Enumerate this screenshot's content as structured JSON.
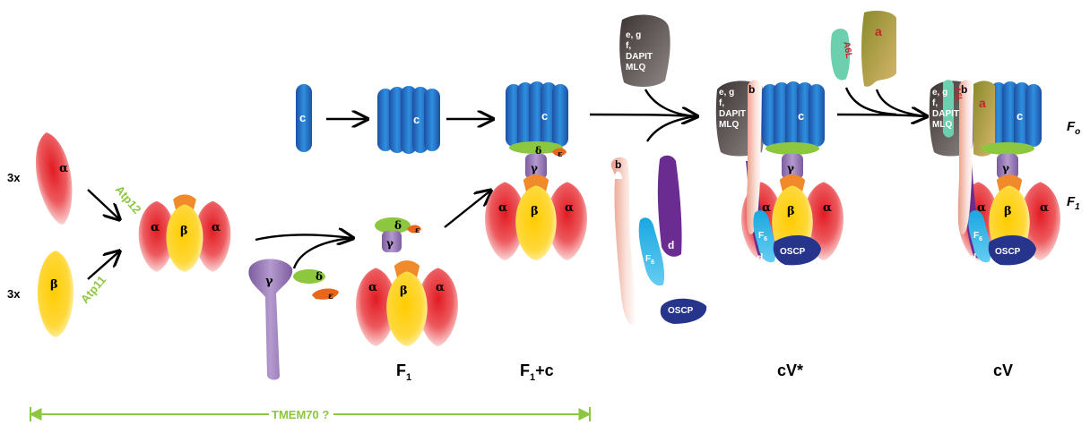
{
  "colors": {
    "alpha_red": "#e11b22",
    "beta_yellow": "#ffcc00",
    "c_blue": "#2b7fd4",
    "gamma_purple": "#9b7bb8",
    "delta_green": "#8dc63f",
    "epsilon_orange": "#e8661a",
    "b_pink": "#f2b8a8",
    "f6_cyan": "#1aa7e0",
    "d_purple": "#6a2c91",
    "oscp_navy": "#27348b",
    "efg_gray": "#5b5251",
    "a_olive": "#b3a64a",
    "a6l_teal": "#6ccfae",
    "chaperone_green": "#8dc63f",
    "text_black": "#000000"
  },
  "labels": {
    "count_alpha": "3x",
    "count_beta": "3x",
    "alpha": "α",
    "beta": "β",
    "gamma": "γ",
    "delta": "δ",
    "epsilon": "ε",
    "c": "c",
    "b": "b",
    "d": "d",
    "f6": "F",
    "f6_sub": "6",
    "oscp": "OSCP",
    "a": "a",
    "a6l": "A6L",
    "efg_lines": [
      "e, g",
      "f,",
      "DAPIT",
      "MLQ"
    ]
  },
  "chaperones": {
    "atp12": "Atp12",
    "atp11": "Atp11",
    "tmem70": "TMEM70 ?"
  },
  "stages": {
    "f1": "F",
    "f1_sub": "1",
    "f1c": "F",
    "f1c_sub": "1",
    "f1c_suffix": "+c",
    "cv_star": "cV*",
    "cv": "cV"
  },
  "domains": {
    "fo": "F",
    "fo_sub": "o",
    "f1": "F",
    "f1_sub": "1"
  }
}
